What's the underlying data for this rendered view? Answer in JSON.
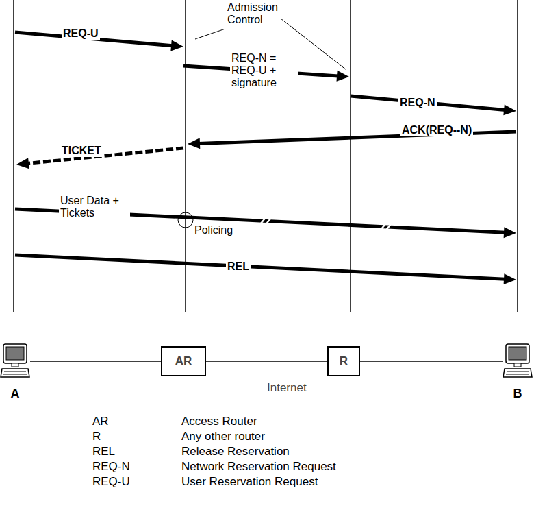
{
  "diagram": {
    "nodes": [
      {
        "text": [
          "A"
        ]
      },
      {
        "text": [
          "Internet"
        ]
      },
      {
        "text": [
          "AR"
        ],
        "in": 1
      },
      {
        "text": [
          "R"
        ],
        "in": 1
      },
      {
        "text": [
          "B"
        ]
      }
    ],
    "edges": [
      {
        "from": 0,
        "to": 2,
        "arrow": "none"
      },
      {
        "from": 2,
        "to": 3,
        "arrow": "none"
      },
      {
        "from": 3,
        "to": 4,
        "arrow": "none"
      }
    ],
    "labels": [
      "REQ-U",
      "Admission Control",
      "REQ-N = REQ-U + signature",
      "REQ-N",
      "ACK(REQ--N)",
      "TICKET",
      "User Data + Tickets",
      "Policing",
      "REL",
      "AR",
      "Access Router",
      "R",
      "Any other router",
      "REL",
      "Release Reservation",
      "REQ-N",
      "Network Reservation Request",
      "REQ-U",
      "User Reservation Request"
    ]
  }
}
